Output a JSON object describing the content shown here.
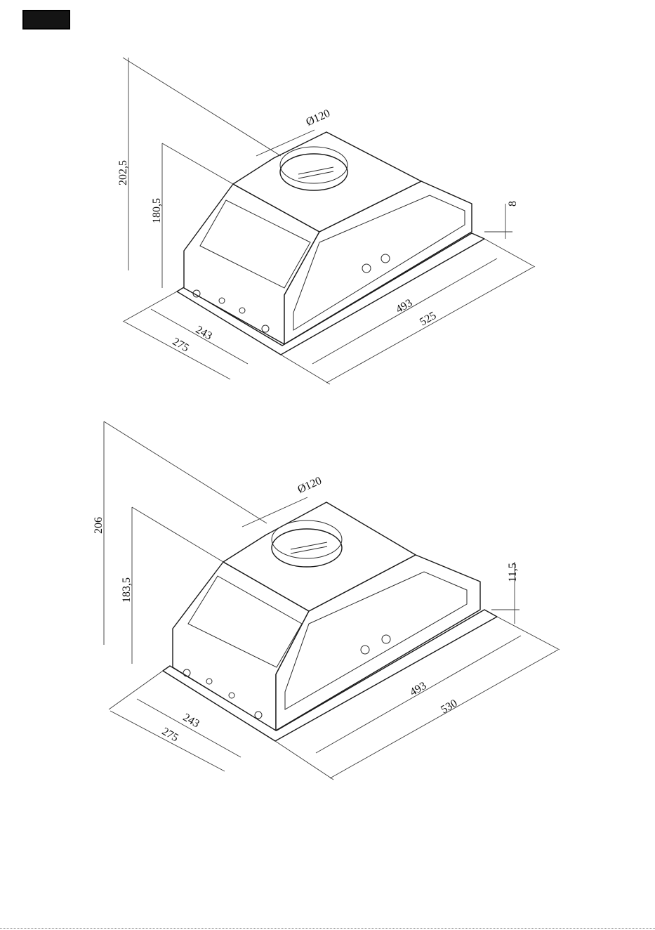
{
  "colors": {
    "line": "#1a1a1a",
    "dimension": "#3a3a3a",
    "tab": "#141414"
  },
  "drawing_1": {
    "dims": {
      "height_total": "202,5",
      "height_body": "180,5",
      "duct_diameter": "Ø120",
      "flange": "8",
      "depth_body": "243",
      "depth_total": "275",
      "width_body": "493",
      "width_total": "525"
    }
  },
  "drawing_2": {
    "dims": {
      "height_total": "206",
      "height_body": "183,5",
      "duct_diameter": "Ø120",
      "flange": "11,5",
      "depth_body": "243",
      "depth_total": "275",
      "width_body": "493",
      "width_total": "530"
    }
  }
}
